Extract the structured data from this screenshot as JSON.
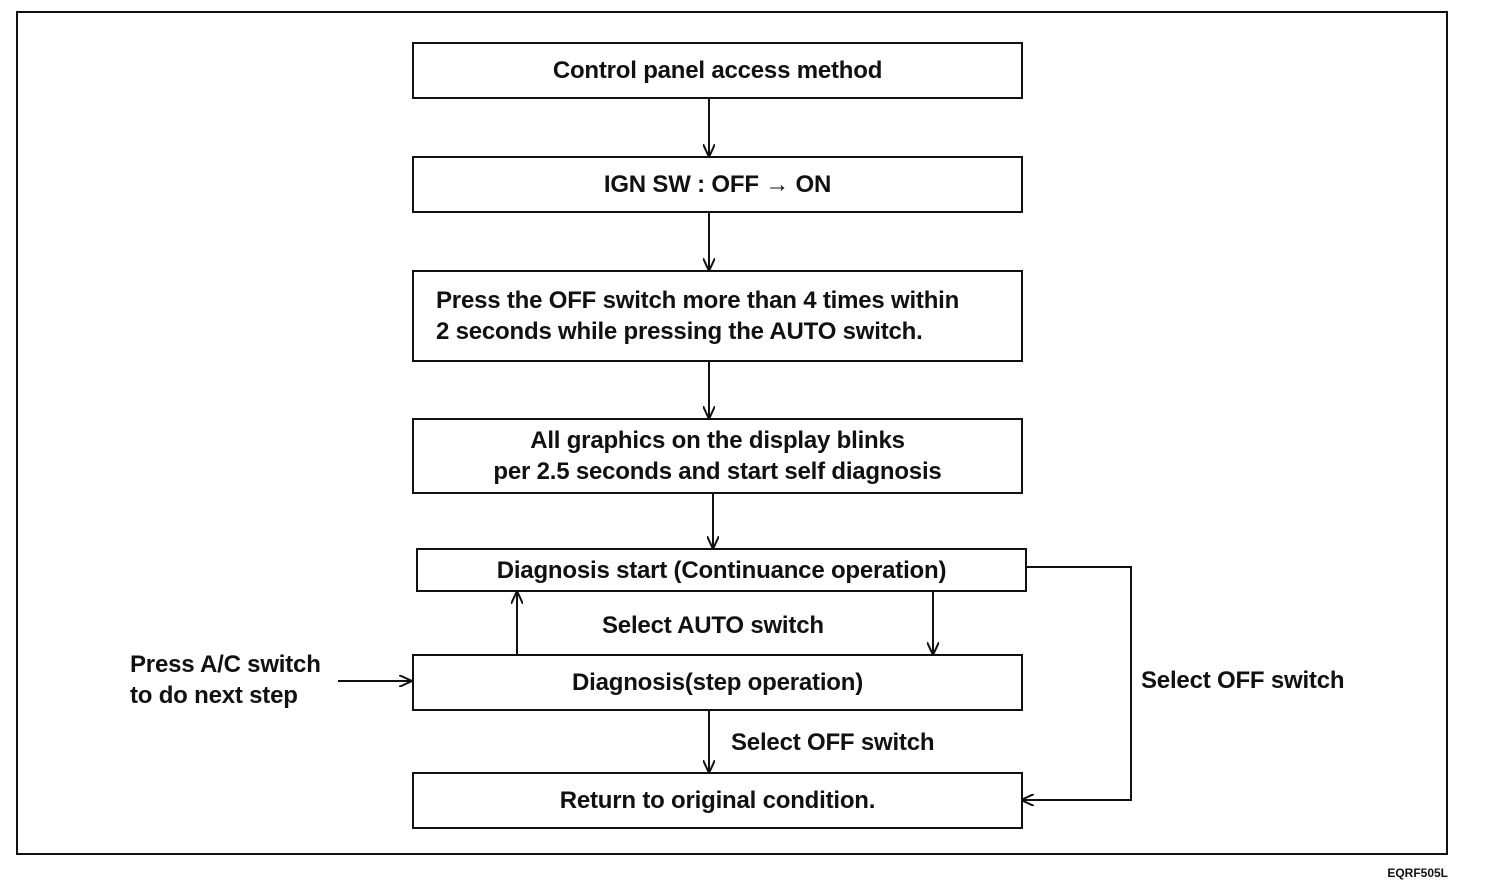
{
  "boxes": {
    "b1": "Control panel access method",
    "b2": "IGN SW : OFF → ON",
    "b3": [
      "Press the OFF switch more than 4 times within",
      "2 seconds while pressing the AUTO switch."
    ],
    "b4": [
      "All graphics on the display blinks",
      "per 2.5 seconds and start self diagnosis"
    ],
    "b5": "Diagnosis start (Continuance operation)",
    "b6": "Diagnosis(step operation)",
    "b7": "Return to original condition."
  },
  "labels": {
    "select_auto": "Select AUTO switch",
    "press_ac": [
      "Press A/C switch",
      "to do next step"
    ],
    "select_off_right": "Select OFF switch",
    "select_off_bottom": "Select OFF switch"
  },
  "figure_code": "EQRF505L"
}
